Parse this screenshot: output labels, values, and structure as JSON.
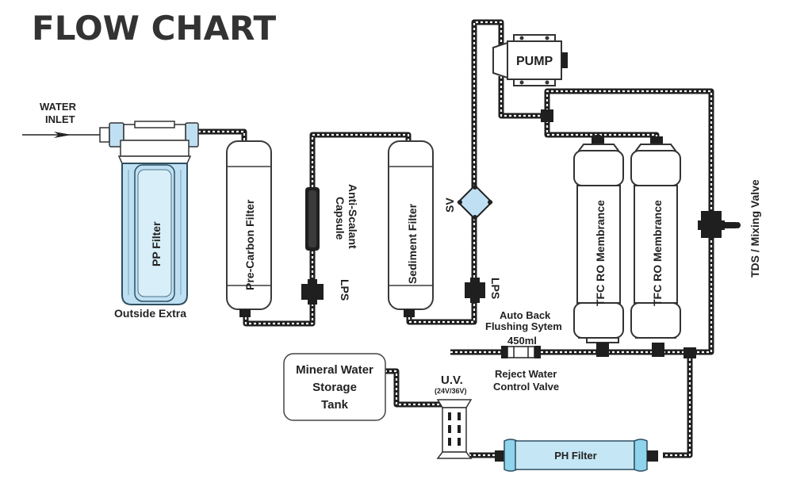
{
  "title": "FLOW CHART",
  "labels": {
    "water_inlet_1": "WATER",
    "water_inlet_2": "INLET",
    "pp_filter": "PP Filter",
    "outside_extra": "Outside Extra",
    "pre_carbon": "Pre-Carbon Filter",
    "anti_scalant_1": "Anti-Scalant",
    "anti_scalant_2": "Capsule",
    "lps_1": "LPS",
    "sediment": "Sediment Filter",
    "sv": "SV",
    "lps_2": "LPS",
    "pump": "PUMP",
    "tfc_1": "TFC RO Membrance",
    "tfc_2": "TFC RO Membrance",
    "tds": "TDS / Mixing Valve",
    "auto_back_1": "Auto Back",
    "auto_back_2": "Flushing Sytem",
    "ml_450": "450ml",
    "reject_1": "Reject Water",
    "reject_2": "Control Valve",
    "tank_1": "Mineral Water",
    "tank_2": "Storage",
    "tank_3": "Tank",
    "uv": "U.V.",
    "uv_volt": "(24V/36V)",
    "ph_filter": "PH Filter"
  },
  "colors": {
    "pipe": "#1f1f1f",
    "pp_housing": "#bfe0f2",
    "uv_accent": "#8fd3ec",
    "ph_body": "#c5e6f5",
    "title": "#333333"
  }
}
